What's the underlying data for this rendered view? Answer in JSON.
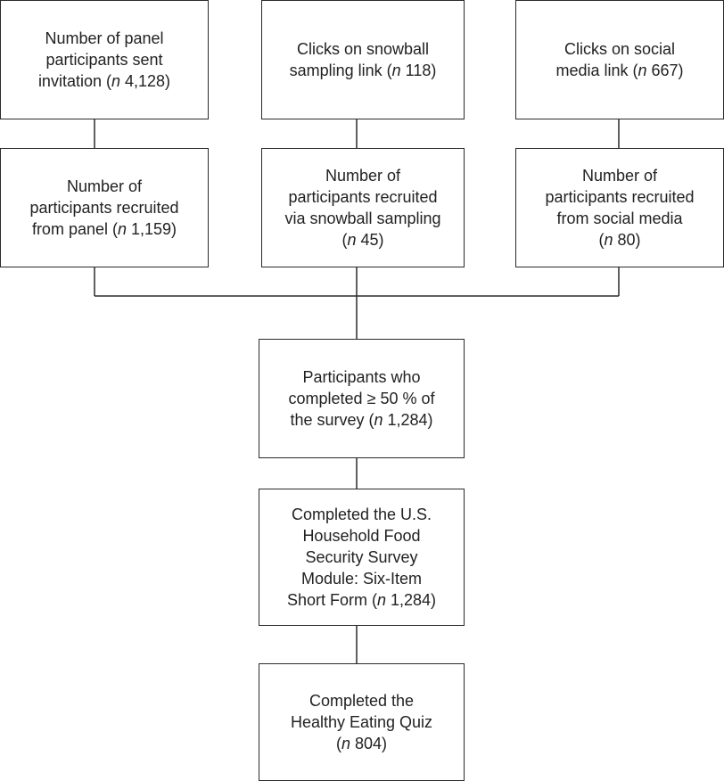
{
  "diagram": {
    "panel_sent": {
      "lines": [
        "Number of panel",
        "participants sent"
      ],
      "pre": "invitation (",
      "n": "n",
      "post": " 4,128)"
    },
    "snowball_clicks": {
      "lines": [
        "Clicks on snowball"
      ],
      "pre": "sampling link (",
      "n": "n",
      "post": " 118)"
    },
    "social_clicks": {
      "lines": [
        "Clicks on social"
      ],
      "pre": "media link (",
      "n": "n",
      "post": " 667)"
    },
    "panel_recruited": {
      "lines": [
        "Number of",
        "participants recruited"
      ],
      "pre": "from panel (",
      "n": "n",
      "post": " 1,159)"
    },
    "snowball_recruited": {
      "lines": [
        "Number of",
        "participants recruited",
        "via snowball sampling"
      ],
      "pre": "(",
      "n": "n",
      "post": " 45)"
    },
    "social_recruited": {
      "lines": [
        "Number of",
        "participants recruited",
        "from social media"
      ],
      "pre": "(",
      "n": "n",
      "post": " 80)"
    },
    "completed_50": {
      "lines": [
        "Participants  who",
        "completed ≥ 50 %  of"
      ],
      "pre": "the survey (",
      "n": "n",
      "post": " 1,284)"
    },
    "hfss": {
      "lines": [
        "Completed the U.S.",
        "Household Food",
        "Security Survey",
        "Module: Six-Item"
      ],
      "pre": "Short Form (",
      "n": "n",
      "post": " 1,284)"
    },
    "hei": {
      "lines": [
        "Completed the",
        "Healthy Eating Quiz"
      ],
      "pre": "(",
      "n": "n",
      "post": " 804)"
    }
  }
}
